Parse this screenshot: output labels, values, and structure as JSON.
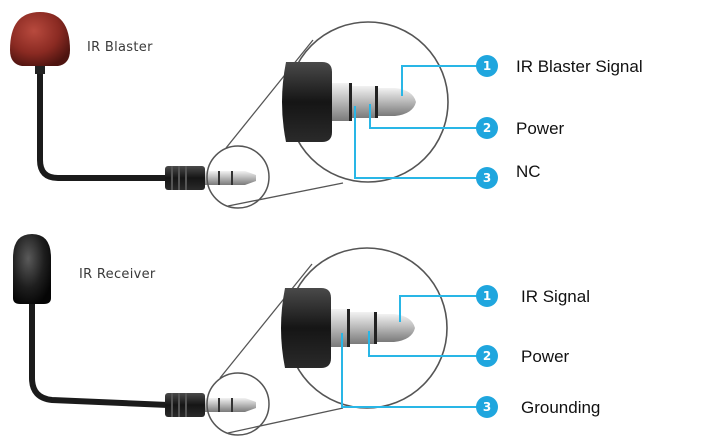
{
  "colors": {
    "leader": "#29b6e6",
    "badge": "#1fa6de",
    "cable": "#1b1b1b",
    "blaster_head": "#8a2a22",
    "plug_metal": "#c8c8c8"
  },
  "devices": [
    {
      "caption": "IR Blaster",
      "head_icon": "ir-blaster-head-icon",
      "pins": [
        {
          "number": "1",
          "label": "IR Blaster Signal"
        },
        {
          "number": "2",
          "label": "Power"
        },
        {
          "number": "3",
          "label": "NC"
        }
      ]
    },
    {
      "caption": "IR Receiver",
      "head_icon": "ir-receiver-head-icon",
      "pins": [
        {
          "number": "1",
          "label": "IR Signal"
        },
        {
          "number": "2",
          "label": "Power"
        },
        {
          "number": "3",
          "label": "Grounding"
        }
      ]
    }
  ]
}
